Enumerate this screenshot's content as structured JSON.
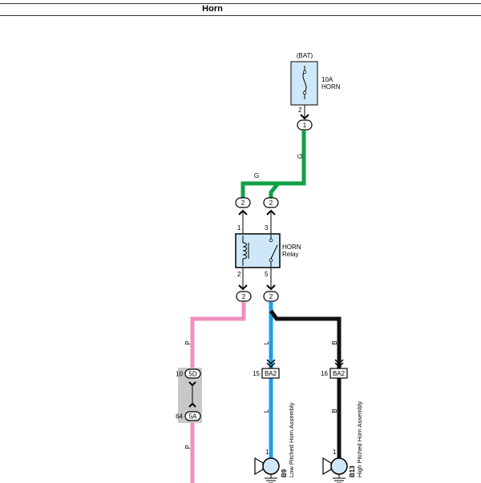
{
  "page": {
    "title": "Horn"
  },
  "colors": {
    "green_wire": "#10a048",
    "pink_wire": "#f08ec0",
    "blue_wire": "#1aa0e8",
    "black_wire": "#111111",
    "component_fill": "#cfe8f8",
    "junction_fill": "#c8c8c8"
  },
  "fuse": {
    "supply": "(BAT)",
    "rating": "10A",
    "name": "HORN",
    "pin_out": "2",
    "connector_pin": "1"
  },
  "wires": {
    "fuse_to_relay_vertical": "G",
    "fuse_to_relay_horizontal": "G",
    "pink_upper": "P",
    "pink_lower": "P",
    "blue_upper": "L",
    "blue_lower": "L",
    "black_upper": "B",
    "black_lower": "B"
  },
  "relay": {
    "name_line1": "HORN",
    "name_line2": "Relay",
    "pin_1": "1",
    "pin_3": "3",
    "pin_2": "2",
    "pin_5": "5",
    "top_left_connector": "2",
    "top_right_connector": "2",
    "bottom_left_connector": "2",
    "bottom_right_connector": "2"
  },
  "junction": {
    "upper_pin": "10",
    "upper_connector": "5D",
    "lower_pin": "64",
    "lower_connector": "5A"
  },
  "connectors": {
    "ba2_left_pin": "15",
    "ba2_left_name": "BA2",
    "ba2_right_pin": "16",
    "ba2_right_name": "BA2"
  },
  "horns": {
    "low": {
      "code": "B9",
      "name": "Low Pitched Horn Assembly",
      "pin": "1"
    },
    "high": {
      "code": "B13",
      "name": "High Pitched Horn Assembly",
      "pin": "1"
    }
  }
}
